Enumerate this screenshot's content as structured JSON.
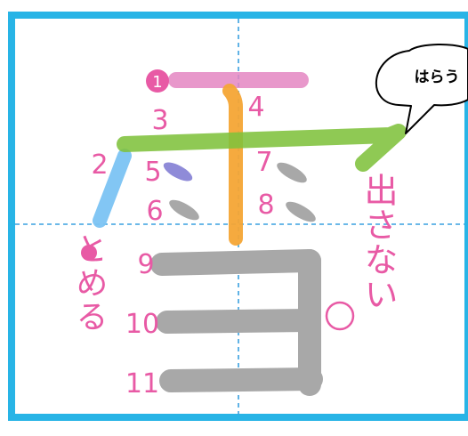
{
  "stroke_numbers": [
    "1",
    "2",
    "3",
    "4",
    "5",
    "6",
    "7",
    "8",
    "9",
    "10",
    "11"
  ],
  "notes": {
    "harau": "はらう",
    "tomeru": "とめる",
    "dasanai": "出さない"
  },
  "colors": {
    "frame": "#28b4e6",
    "guide": "#3aa0e0",
    "stroke_pink": "#e487c2",
    "stroke_blue": "#7cc4f4",
    "stroke_green": "#7fc13c",
    "stroke_orange": "#f4a535",
    "stroke_purple": "#8f8bd8",
    "stroke_gray": "#a8a8a8",
    "label_pink": "#e85aa5"
  }
}
